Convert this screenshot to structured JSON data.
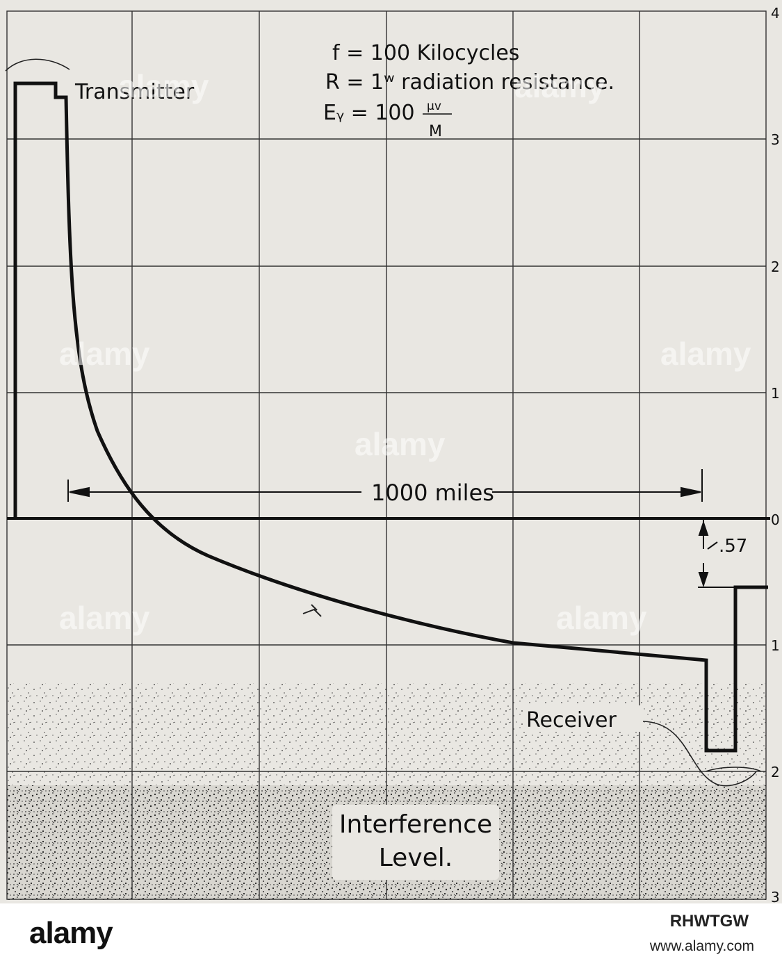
{
  "annotations": {
    "freq": "f = 100 Kilocycles",
    "resistance": "R = 1ʷ radiation resistance.",
    "field": "Eᵧ = 100",
    "field_unit_num": "μv",
    "field_unit_den": "M",
    "transmitter": "Transmitter",
    "distance": "1000 miles",
    "drop": ".57",
    "receiver": "Receiver",
    "interference_line1": "Interference",
    "interference_line2": "Level."
  },
  "right_axis": {
    "ticks": [
      "4",
      "3",
      "2",
      "1",
      "0",
      "1",
      "2",
      "3"
    ]
  },
  "watermark": {
    "text": "alamy"
  },
  "footer": {
    "logo": "alamy",
    "image_id": "RHWTGW",
    "site": "www.alamy.com"
  },
  "colors": {
    "paper": "#e9e7e2",
    "ink": "#111111",
    "footer_bg": "#ffffff"
  }
}
